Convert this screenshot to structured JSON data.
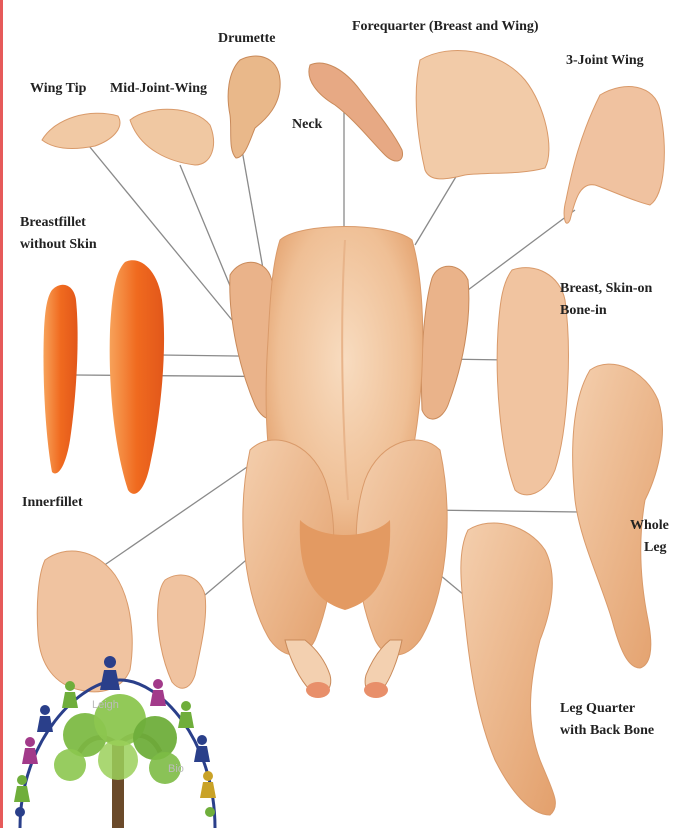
{
  "labels": {
    "wing_tip": "Wing Tip",
    "mid_joint_wing": "Mid-Joint-Wing",
    "drumette": "Drumette",
    "neck": "Neck",
    "forequarter": "Forequarter (Breast and Wing)",
    "three_joint_wing": "3-Joint Wing",
    "breastfillet_line1": "Breastfillet",
    "breastfillet_line2": "without Skin",
    "breast_skin_line1": "Breast, Skin-on",
    "breast_skin_line2": "Bone-in",
    "innerfillet": "Innerfillet",
    "whole_leg_line1": "Whole",
    "whole_leg_line2": "Leg",
    "leg_quarter_line1": "Leg Quarter",
    "leg_quarter_line2": "with Back Bone"
  },
  "colors": {
    "label_text": "#222222",
    "leader_line": "#8a8a8a",
    "skin_light": "#f6d2b0",
    "skin_mid": "#eeb58a",
    "skin_dark": "#d98b58",
    "fillet": "#f06a1f",
    "fillet_light": "#f7a25a",
    "frame_edge": "#e65a5a"
  },
  "logo": {
    "text_fragments": [
      "Leigh",
      "Bio"
    ]
  }
}
